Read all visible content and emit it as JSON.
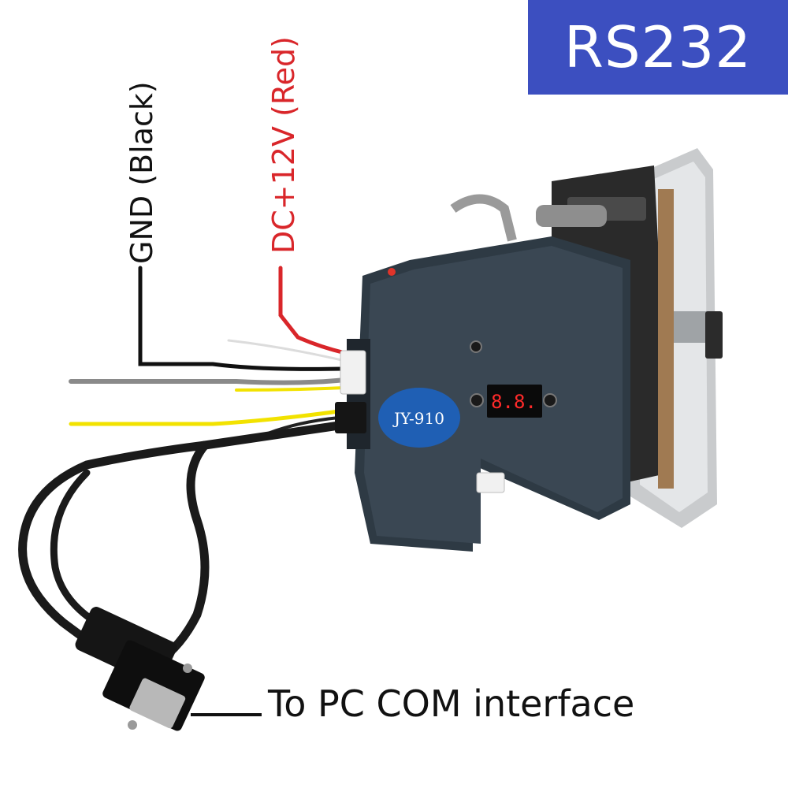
{
  "badge": {
    "text": "RS232",
    "color": "#3c4fc0"
  },
  "labels": {
    "gnd": "GND (Black)",
    "dc": "DC+12V (Red)",
    "com": "To PC COM interface"
  },
  "device": {
    "model_text": "JY-910",
    "display_text": "8.8.",
    "body_color": "#2e3a44",
    "logo_color": "#1f5fb4"
  },
  "wires": {
    "black": "#111111",
    "red": "#d9262a",
    "gray": "#8a8a8a",
    "yellow": "#f2e200",
    "white": "#e8e8e8"
  }
}
